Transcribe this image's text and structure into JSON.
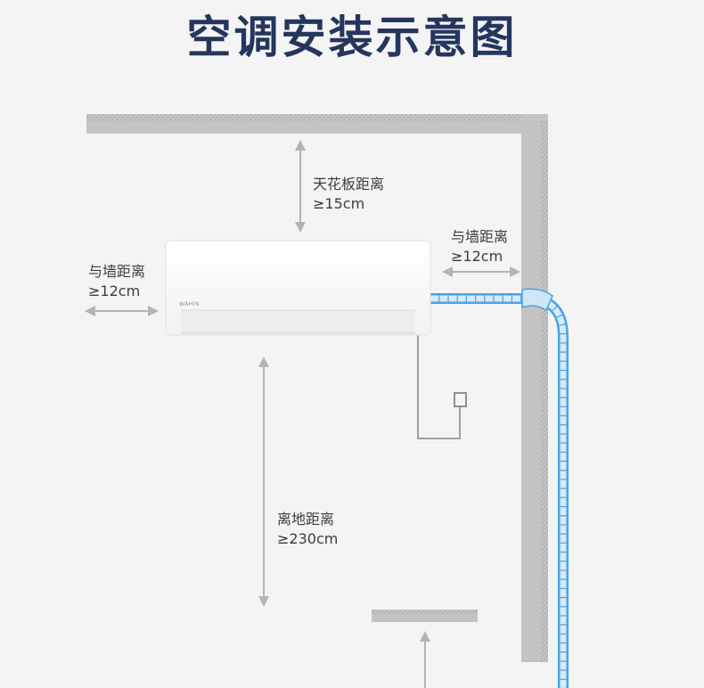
{
  "title": "空调安装示意图",
  "unit_brand": "WAHIN",
  "labels": {
    "ceiling": {
      "name": "天花板距离",
      "value": "≥15cm"
    },
    "right_wall": {
      "name": "与墙距离",
      "value": "≥12cm"
    },
    "left_wall": {
      "name": "与墙距离",
      "value": "≥12cm"
    },
    "floor": {
      "name": "离地距离",
      "value": "≥230cm"
    }
  },
  "colors": {
    "title": "#25365e",
    "wall": "#c4c4c4",
    "arrow": "#b4b4b4",
    "pipe": "#4aa3e8",
    "pipe_fill": "#cfe6f8",
    "unit": "#ffffff",
    "wire": "#a0a0a0"
  }
}
